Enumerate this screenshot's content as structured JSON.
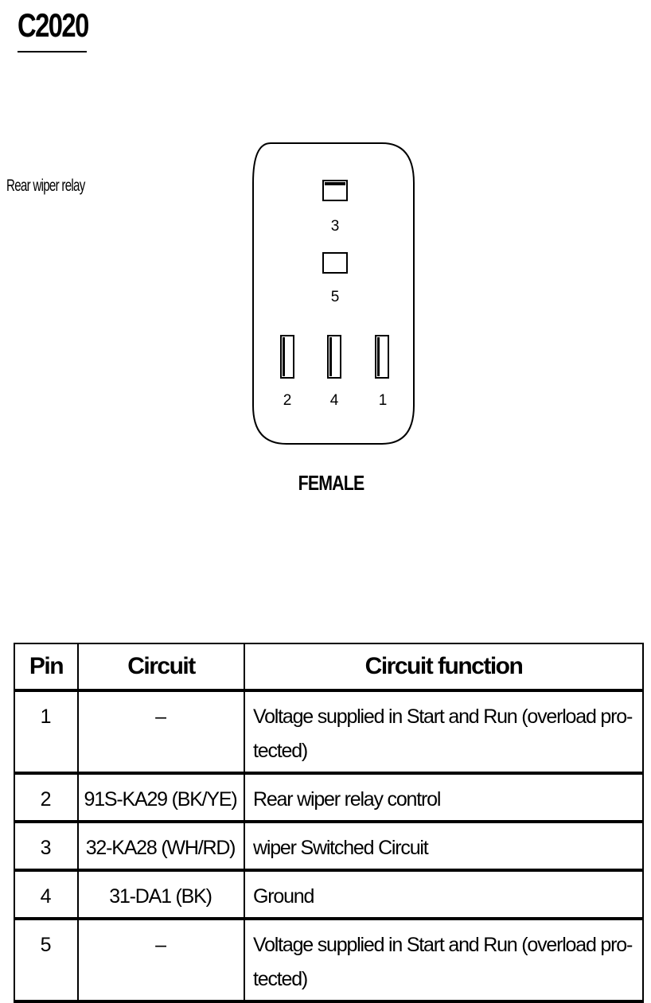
{
  "title": "C2020",
  "caption": "Rear wiper relay",
  "connector": {
    "gender": "FEMALE",
    "pins": [
      {
        "label": "3",
        "shape": "horizontal"
      },
      {
        "label": "5",
        "shape": "horizontal"
      },
      {
        "label": "2",
        "shape": "vertical"
      },
      {
        "label": "4",
        "shape": "vertical"
      },
      {
        "label": "1",
        "shape": "vertical"
      }
    ]
  },
  "table": {
    "headers": [
      "Pin",
      "Circuit",
      "Circuit function"
    ],
    "rows": [
      {
        "pin": "1",
        "circuit": "–",
        "function": "Voltage supplied in Start and Run (overload pro-tected)"
      },
      {
        "pin": "2",
        "circuit": "91S-KA29 (BK/YE)",
        "function": "Rear wiper relay control"
      },
      {
        "pin": "3",
        "circuit": "32-KA28 (WH/RD)",
        "function": "wiper Switched Circuit"
      },
      {
        "pin": "4",
        "circuit": "31-DA1 (BK)",
        "function": "Ground"
      },
      {
        "pin": "5",
        "circuit": "–",
        "function": "Voltage supplied in Start and Run (overload pro-tected)"
      }
    ]
  }
}
